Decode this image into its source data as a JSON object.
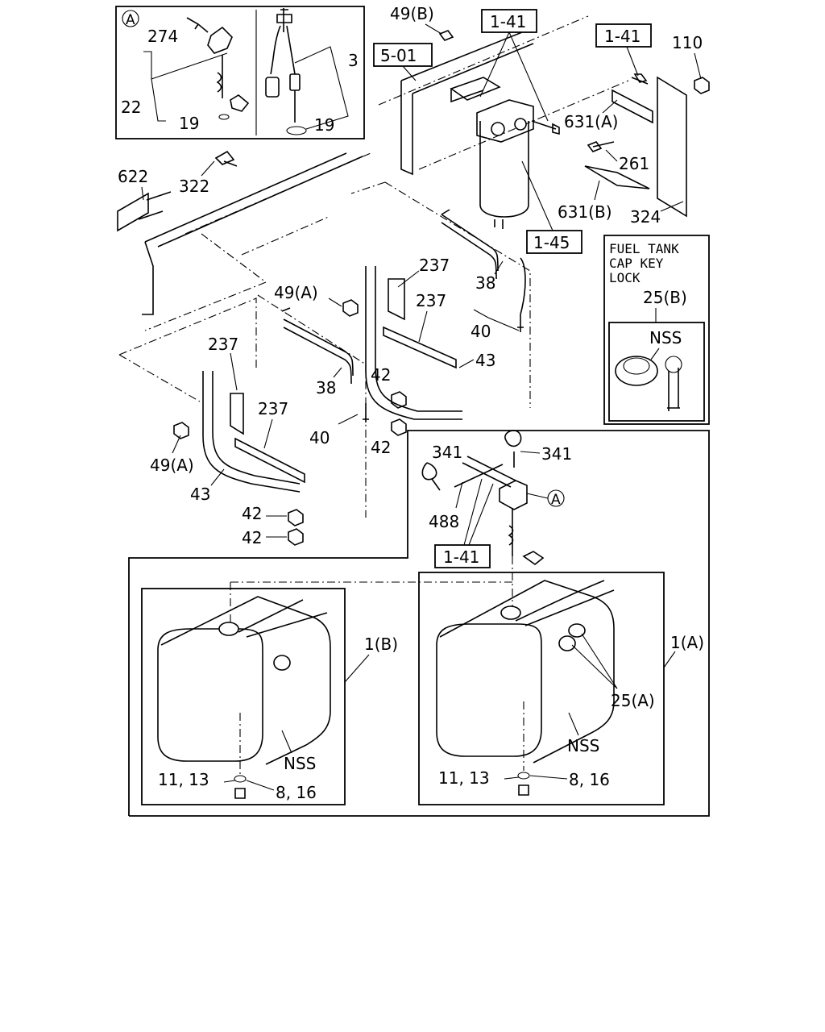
{
  "callouts": {
    "circle_a": "A",
    "circle_a_right": "A",
    "p274": "274",
    "p22": "22",
    "p19_left": "19",
    "p3": "3",
    "p19_right": "19",
    "p49b": "49(B)",
    "ref_1_41_top": "1-41",
    "ref_5_01": "5-01",
    "ref_1_41_right": "1-41",
    "p110": "110",
    "p631a": "631(A)",
    "p261": "261",
    "p631b": "631(B)",
    "p324": "324",
    "ref_1_45": "1-45",
    "p622": "622",
    "p322": "322",
    "p237_a": "237",
    "p38_a": "38",
    "p237_b": "237",
    "p49a_top": "49(A)",
    "p40_a": "40",
    "p43_a": "43",
    "p42_a": "42",
    "p42_b": "42",
    "p237_c": "237",
    "p38_b": "38",
    "p237_d": "237",
    "p40_b": "40",
    "p49a_bottom": "49(A)",
    "p43_b": "43",
    "p42_c": "42",
    "p42_d": "42",
    "p341_left": "341",
    "p341_right": "341",
    "p488": "488",
    "ref_1_41_bottom": "1-41",
    "p1b": "1(B)",
    "p1a": "1(A)",
    "p25a": "25(A)",
    "nss_left": "NSS",
    "nss_right": "NSS",
    "p11_13_left": "11, 13",
    "p8_16_left": "8, 16",
    "p11_13_right": "11, 13",
    "p8_16_right": "8, 16"
  },
  "cap_box": {
    "title_line1": "FUEL TANK",
    "title_line2": "CAP KEY",
    "title_line3": "LOCK",
    "part": "25(B)",
    "nss": "NSS"
  }
}
